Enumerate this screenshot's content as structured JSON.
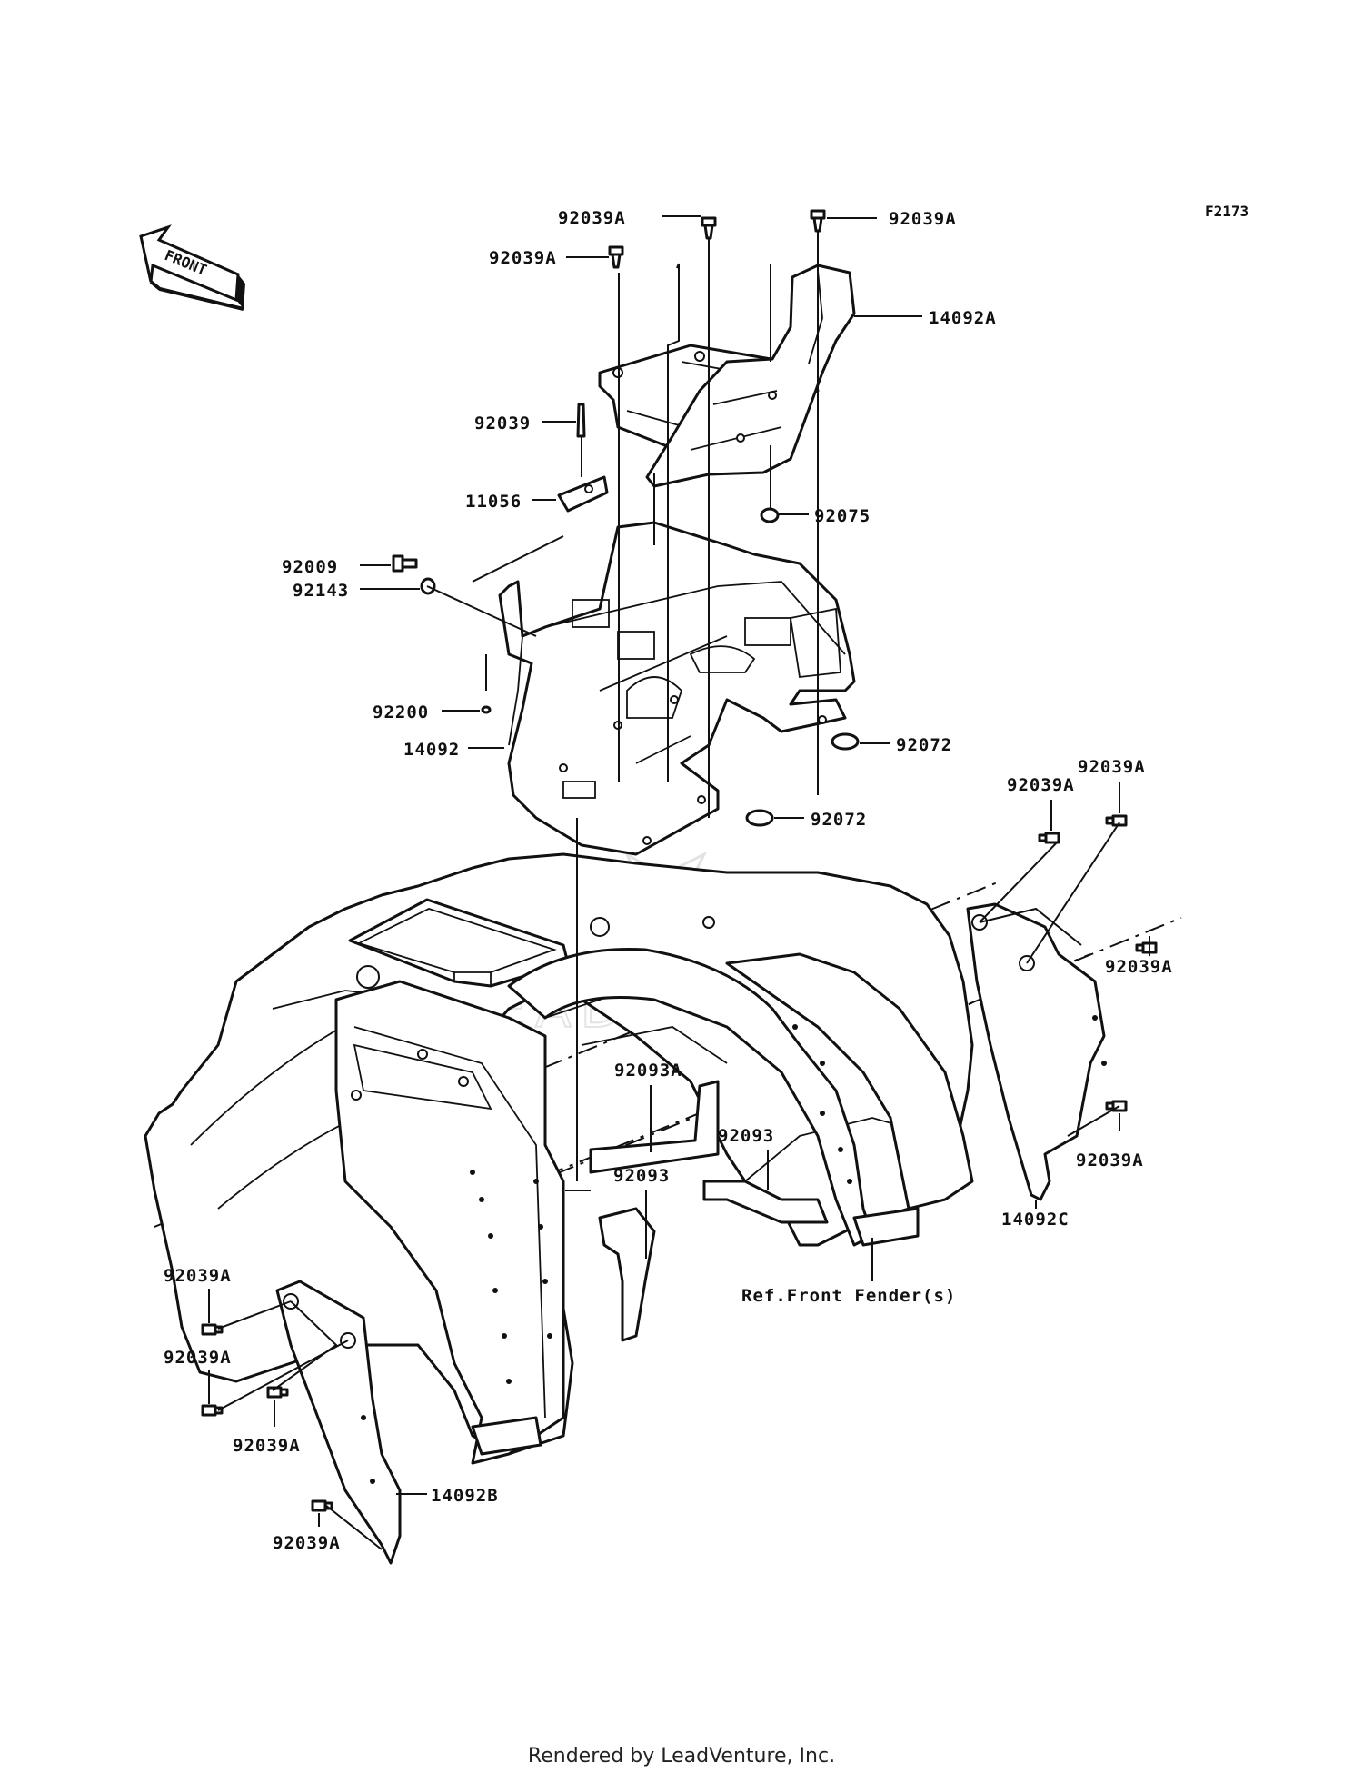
{
  "figure_code": "F2173",
  "front_arrow_label": "FRONT",
  "watermark": "LEADVENTURE",
  "labels": {
    "l1": "92039A",
    "l2": "92039A",
    "l3": "92039A",
    "l4": "14092A",
    "l5": "92039",
    "l6": "11056",
    "l7": "92075",
    "l8": "92009",
    "l9": "92143",
    "l10": "92200",
    "l11": "14092",
    "l12": "92072",
    "l13": "92072",
    "l14": "92039A",
    "l15": "92039A",
    "l16": "92039A",
    "l17": "92093A",
    "l18": "92093",
    "l19": "92093",
    "l20": "92039A",
    "l21": "14092C",
    "l22": "Ref.Front Fender(s)",
    "l23": "92039A",
    "l24": "92039A",
    "l25": "92039A",
    "l26": "92039A",
    "l27": "14092B"
  },
  "footer": "Rendered by LeadVenture, Inc."
}
